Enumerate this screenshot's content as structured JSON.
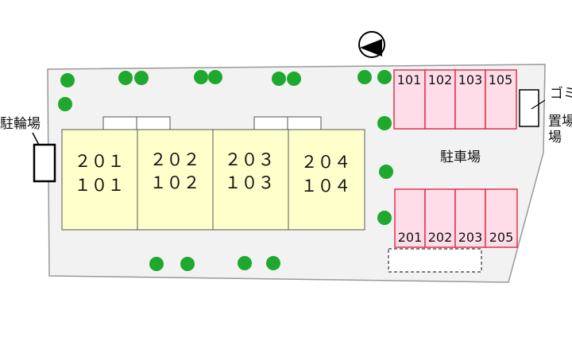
{
  "compass": {
    "icon": "north-arrow-icon"
  },
  "bike_parking": {
    "label": "駐輪場"
  },
  "garbage": {
    "label_line1": "ゴミ",
    "label_line2": "置場",
    "label_line3": "場"
  },
  "parking": {
    "label": "駐車場"
  },
  "buildings": [
    {
      "upper": "２０１",
      "lower": "１０１"
    },
    {
      "upper": "２０２",
      "lower": "１０２"
    },
    {
      "upper": "２０３",
      "lower": "１０３"
    },
    {
      "upper": "２０４",
      "lower": "１０４"
    }
  ],
  "parking_top": [
    "101",
    "102",
    "103",
    "105"
  ],
  "parking_bottom": [
    "201",
    "202",
    "203",
    "205"
  ],
  "colors": {
    "lot": "#f2f2f2",
    "lot_border": "#999999",
    "building_fill": "#ffffcc",
    "parking_fill": "#ffdde8",
    "parking_border": "#e0304e",
    "tree": "#1fa82e"
  }
}
